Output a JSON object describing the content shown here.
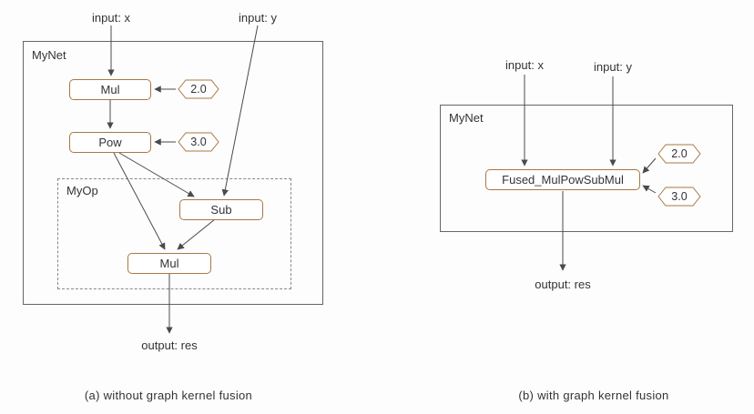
{
  "colors": {
    "node_border": "#aa7744",
    "box_border": "#666666",
    "arrow": "#4a4a4a"
  },
  "left": {
    "input_x_label": "input: x",
    "input_y_label": "input: y",
    "mynet_label": "MyNet",
    "myop_label": "MyOp",
    "node_mul1": "Mul",
    "node_pow": "Pow",
    "node_sub": "Sub",
    "node_mul2": "Mul",
    "const_2": "2.0",
    "const_3": "3.0",
    "output_label": "output: res",
    "caption": "(a) without graph kernel fusion"
  },
  "right": {
    "input_x_label": "input: x",
    "input_y_label": "input: y",
    "mynet_label": "MyNet",
    "node_fused": "Fused_MulPowSubMul",
    "const_2": "2.0",
    "const_3": "3.0",
    "output_label": "output: res",
    "caption": "(b) with graph kernel fusion"
  }
}
